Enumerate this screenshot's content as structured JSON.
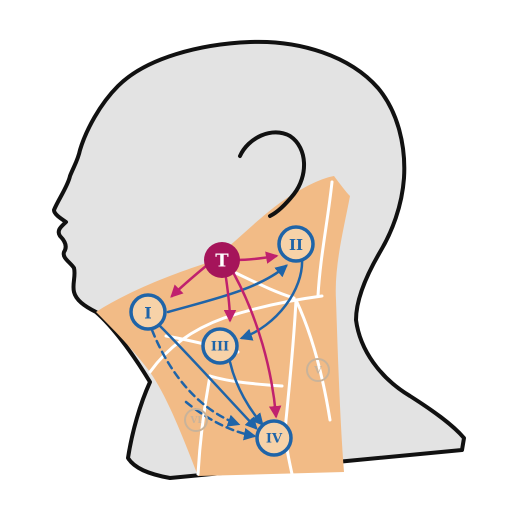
{
  "colors": {
    "skin": "#e3e3e3",
    "outline": "#111111",
    "neck_region": "#f2bb86",
    "divider": "#ffffff",
    "lymph_blue": "#1f64a8",
    "tumor": "#a5145a",
    "tumor_arrow": "#c0216e",
    "faded_label": "#c9b39a"
  },
  "tumor": {
    "label": "T"
  },
  "levels": {
    "I": "I",
    "II": "II",
    "III": "III",
    "IV": "IV",
    "V": "V",
    "VI": "VI"
  }
}
